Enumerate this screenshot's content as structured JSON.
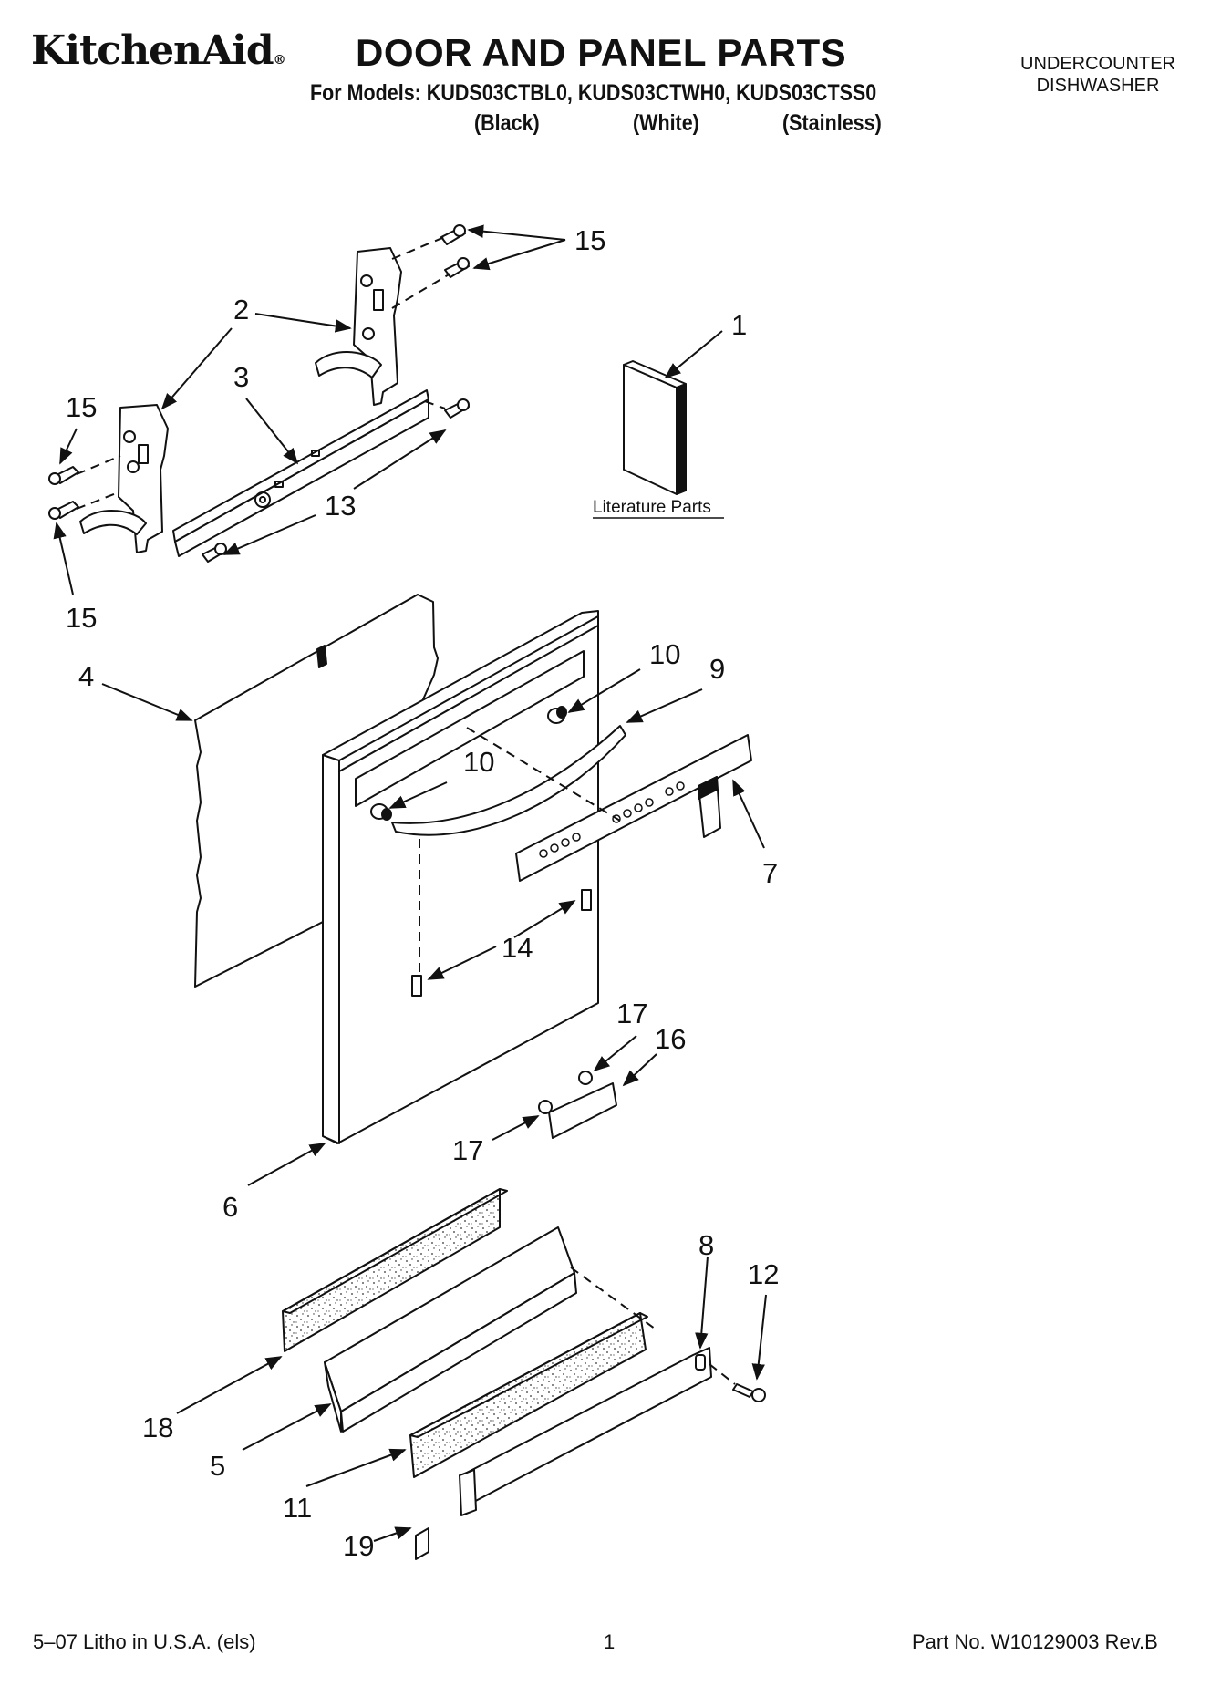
{
  "header": {
    "brand": "KitchenAid",
    "brand_reg": "®",
    "title": "DOOR AND PANEL PARTS",
    "models_line": "For Models: KUDS03CTBL0, KUDS03CTWH0, KUDS03CTSS0",
    "variants": [
      "(Black)",
      "(White)",
      "(Stainless)"
    ],
    "category_line1": "UNDERCOUNTER",
    "category_line2": "DISHWASHER"
  },
  "diagram": {
    "literature_label": "Literature Parts",
    "callouts": {
      "c1": "1",
      "c2": "2",
      "c3": "3",
      "c4": "4",
      "c5": "5",
      "c6": "6",
      "c7": "7",
      "c8": "8",
      "c9": "9",
      "c10a": "10",
      "c10b": "10",
      "c11": "11",
      "c12": "12",
      "c13": "13",
      "c14": "14",
      "c15a": "15",
      "c15b": "15",
      "c15c": "15",
      "c16": "16",
      "c17a": "17",
      "c17b": "17",
      "c18": "18",
      "c19": "19"
    }
  },
  "footer": {
    "litho": "5–07 Litho in U.S.A. (els)",
    "page": "1",
    "part_no": "Part No. W10129003 Rev.B"
  }
}
